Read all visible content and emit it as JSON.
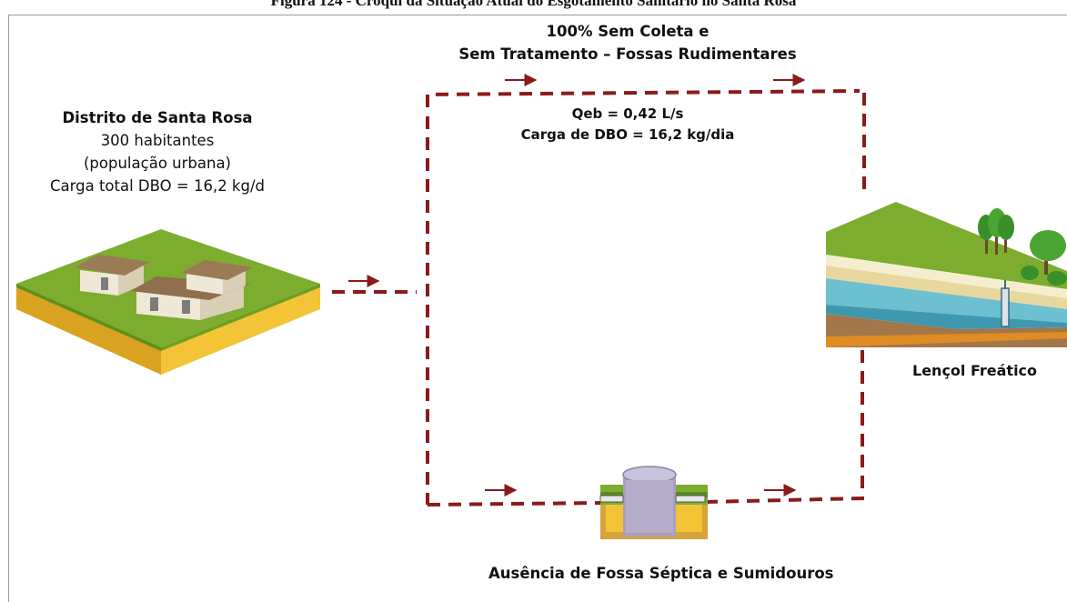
{
  "figure_title": "Figura 124 - Croqui da Situação Atual do Esgotamento Sanitário no Santa Rosa",
  "top_header": {
    "line1": "100% Sem Coleta e",
    "line2": "Sem Tratamento – Fossas Rudimentares"
  },
  "flow_info": {
    "qeb": "Qeb = 0,42 L/s",
    "carga": "Carga de DBO = 16,2 kg/dia"
  },
  "district": {
    "name": "Distrito de Santa Rosa",
    "population": "300 habitantes",
    "type": "(população urbana)",
    "load": "Carga total DBO =  16,2 kg/d"
  },
  "lencol_label": "Lençol Freático",
  "ausencia_label": "Ausência de Fossa Séptica e Sumidouros",
  "colors": {
    "flow_line": "#8b1a1a",
    "grass": "#7cad2e",
    "soil": "#f0c23a",
    "water": "#5fb8c8"
  }
}
